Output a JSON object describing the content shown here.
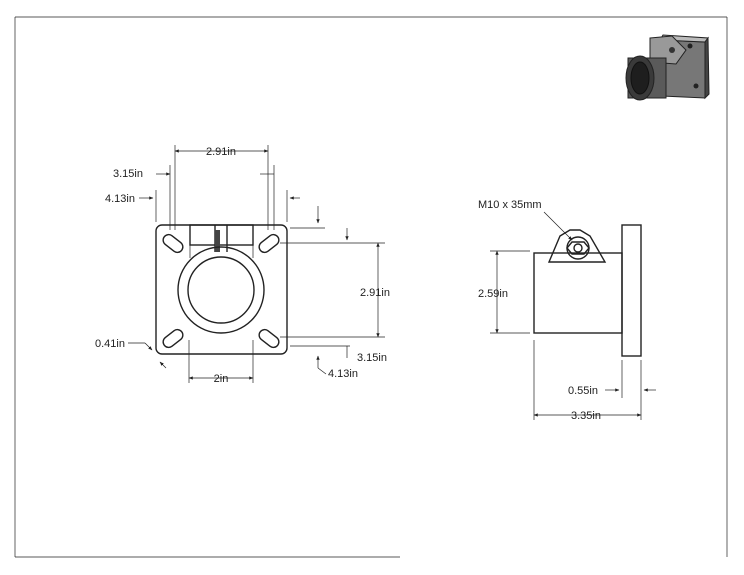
{
  "front_view": {
    "dim_hole_spacing_top": "2.91in",
    "dim_left_outer": "3.15in",
    "dim_left_width": "4.13in",
    "dim_hole_spacing_right": "2.91in",
    "dim_right_outer": "3.15in",
    "dim_right_width": "4.13in",
    "dim_slot_width": "0.41in",
    "dim_bore": "2in"
  },
  "side_view": {
    "bolt_callout": "M10 x 35mm",
    "dim_tube_height": "2.59in",
    "dim_flange_thickness": "0.55in",
    "dim_overall_length": "3.35in"
  },
  "colors": {
    "line": "#222222",
    "background": "#ffffff",
    "iso_dark": "#3a3a3a",
    "iso_light": "#9a9a9a"
  }
}
